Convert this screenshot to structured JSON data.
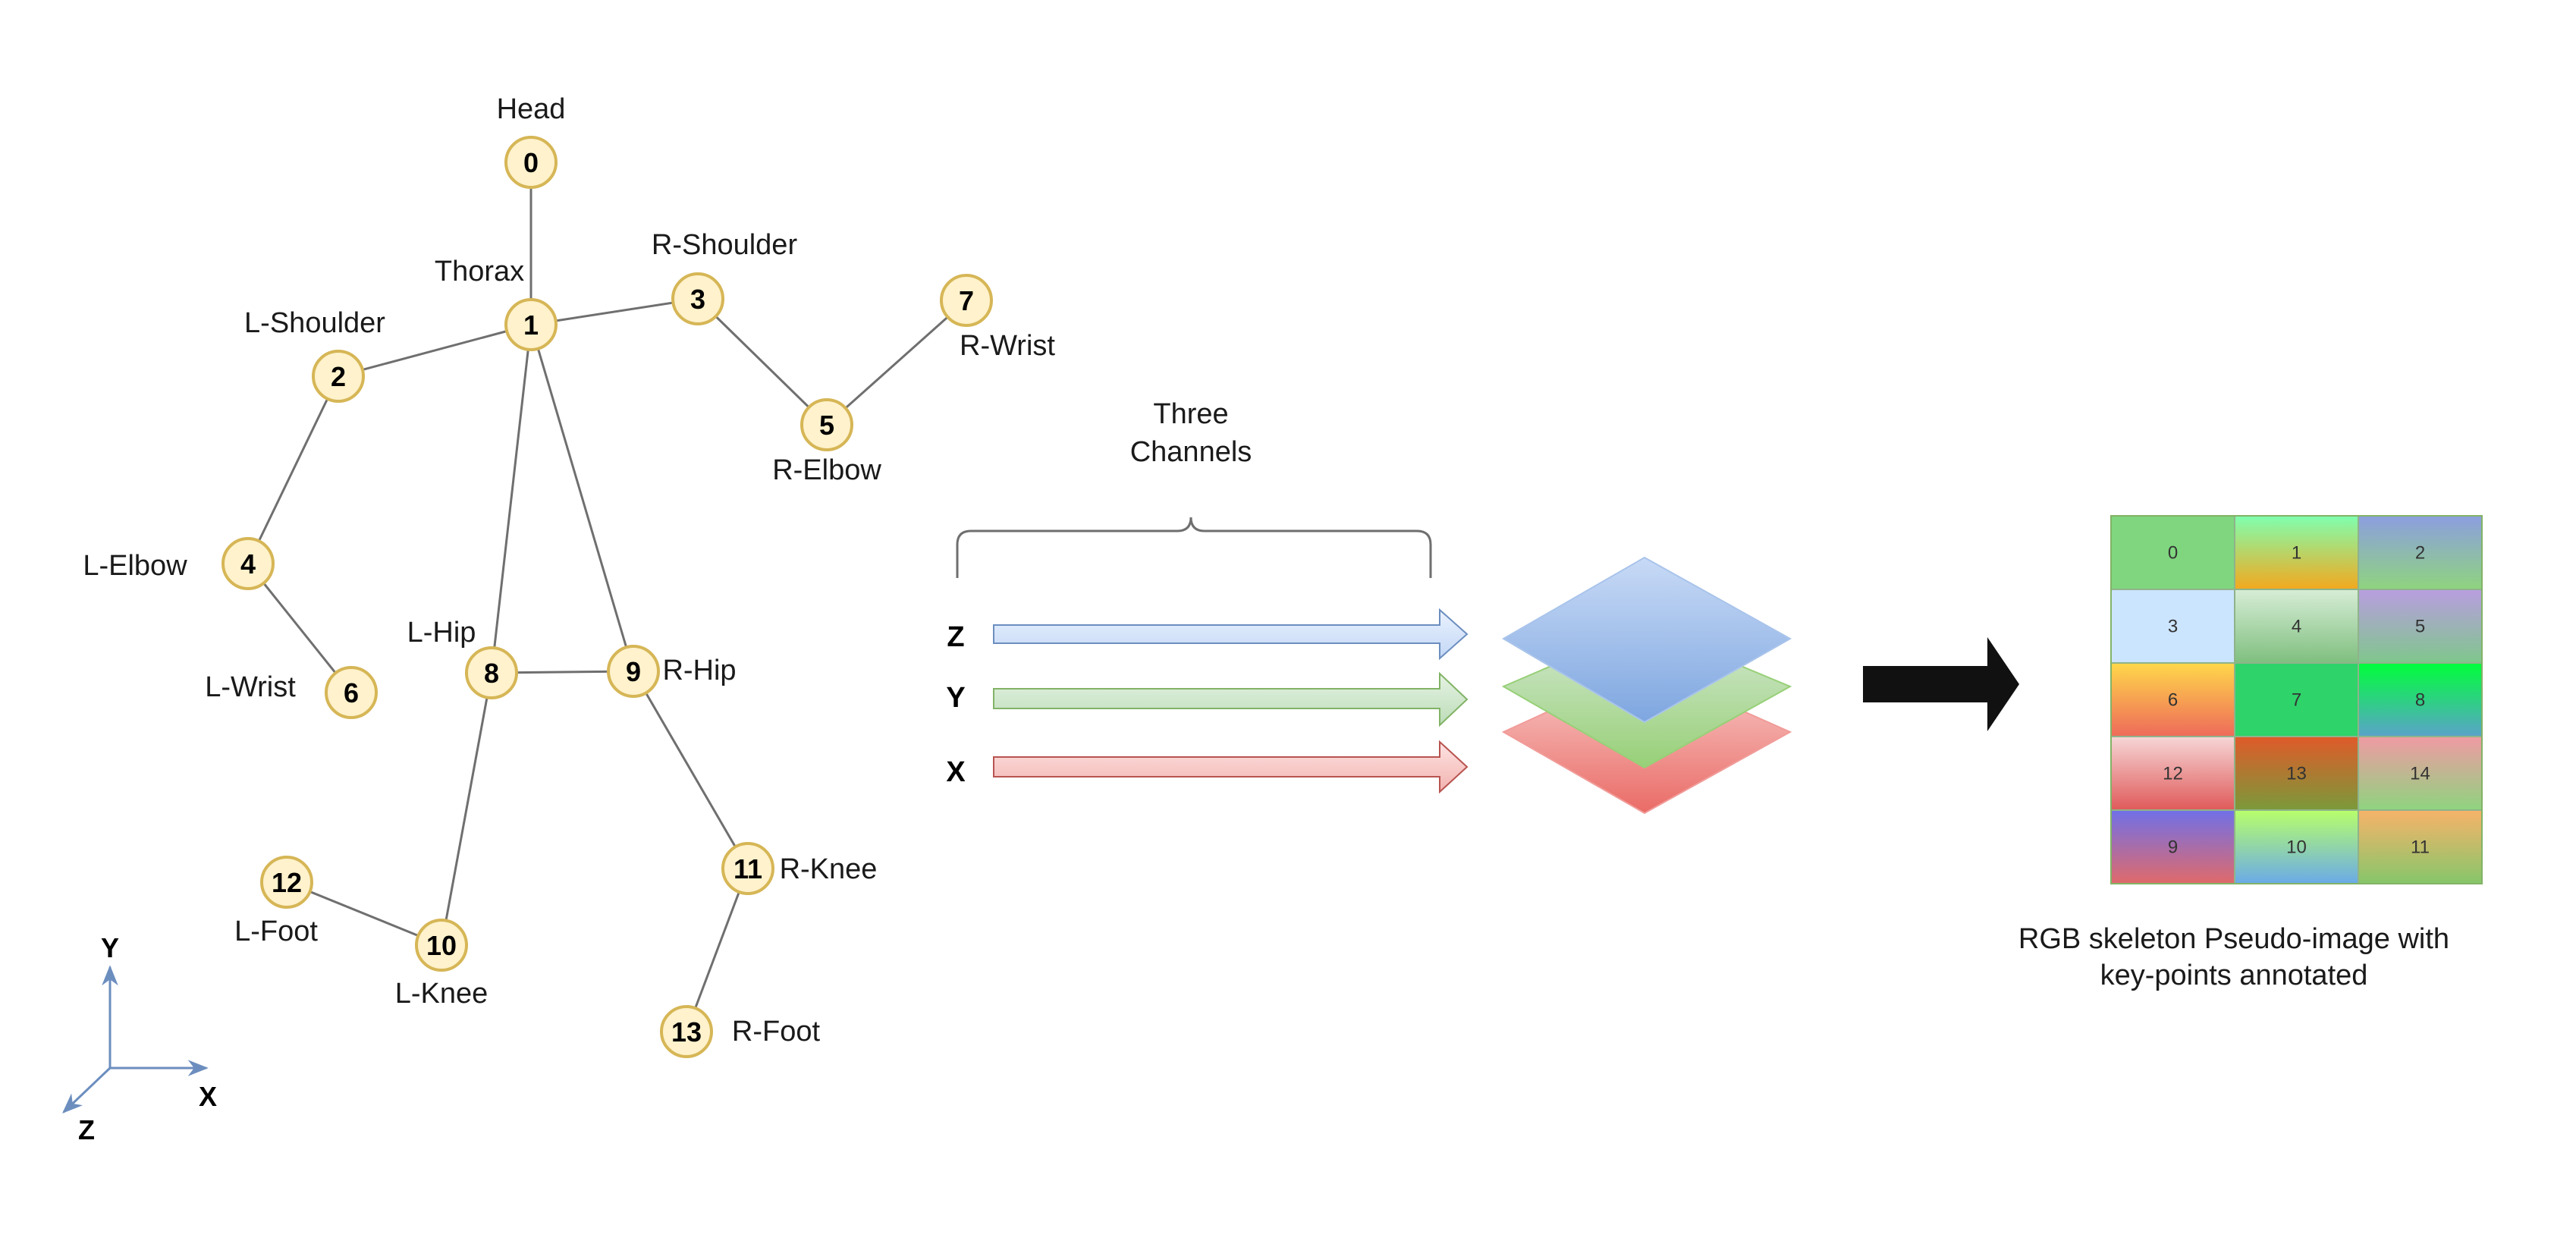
{
  "skeleton": {
    "joints": [
      {
        "id": "0",
        "label": "Head"
      },
      {
        "id": "1",
        "label": "Thorax"
      },
      {
        "id": "2",
        "label": "L-Shoulder"
      },
      {
        "id": "3",
        "label": "R-Shoulder"
      },
      {
        "id": "4",
        "label": "L-Elbow"
      },
      {
        "id": "5",
        "label": "R-Elbow"
      },
      {
        "id": "6",
        "label": "L-Wrist"
      },
      {
        "id": "7",
        "label": "R-Wrist"
      },
      {
        "id": "8",
        "label": "L-Hip"
      },
      {
        "id": "9",
        "label": "R-Hip"
      },
      {
        "id": "10",
        "label": "L-Knee"
      },
      {
        "id": "11",
        "label": "R-Knee"
      },
      {
        "id": "12",
        "label": "L-Foot"
      },
      {
        "id": "13",
        "label": "R-Foot"
      }
    ],
    "bones": [
      [
        "0",
        "1"
      ],
      [
        "1",
        "2"
      ],
      [
        "1",
        "3"
      ],
      [
        "2",
        "4"
      ],
      [
        "4",
        "6"
      ],
      [
        "3",
        "5"
      ],
      [
        "5",
        "7"
      ],
      [
        "1",
        "8"
      ],
      [
        "1",
        "9"
      ],
      [
        "8",
        "9"
      ],
      [
        "8",
        "10"
      ],
      [
        "10",
        "12"
      ],
      [
        "9",
        "11"
      ],
      [
        "11",
        "13"
      ]
    ]
  },
  "axes": {
    "x": "X",
    "y": "Y",
    "z": "Z"
  },
  "channels": {
    "title_line1": "Three",
    "title_line2": "Channels",
    "items": [
      {
        "label": "Z",
        "color": "#dae8fc",
        "stroke": "#6c8ebf"
      },
      {
        "label": "Y",
        "color": "#d5e8d4",
        "stroke": "#82b366"
      },
      {
        "label": "X",
        "color": "#f8cecc",
        "stroke": "#b85450"
      }
    ]
  },
  "pseudo_image": {
    "grid": [
      [
        "0",
        "1",
        "2"
      ],
      [
        "3",
        "4",
        "5"
      ],
      [
        "6",
        "7",
        "8"
      ],
      [
        "12",
        "13",
        "14"
      ],
      [
        "9",
        "10",
        "11"
      ]
    ],
    "cell_gradients": [
      [
        [
          "#7fd67f",
          "#7fd67f"
        ],
        [
          "#7fffb0",
          "#f3a81d"
        ],
        [
          "#8c9ee0",
          "#8fd47f"
        ]
      ],
      [
        [
          "#cce5ff",
          "#cce5ff"
        ],
        [
          "#d7edd6",
          "#7fbf7f"
        ],
        [
          "#b99de0",
          "#7fc78c"
        ]
      ],
      [
        [
          "#ffd84a",
          "#ee6a5a"
        ],
        [
          "#2ed36a",
          "#2ed36a"
        ],
        [
          "#00ff3a",
          "#5aa3c9"
        ]
      ],
      [
        [
          "#f6d6d6",
          "#e05a5a"
        ],
        [
          "#e05a2a",
          "#7a9a3a"
        ],
        [
          "#f09aa3",
          "#8fd47f"
        ]
      ],
      [
        [
          "#7070e8",
          "#e06a6a"
        ],
        [
          "#b8ff6a",
          "#6aaae8"
        ],
        [
          "#f7b36a",
          "#86c66a"
        ]
      ]
    ],
    "caption_line1": "RGB skeleton Pseudo-image with",
    "caption_line2": "key-points annotated"
  },
  "colors": {
    "joint_fill": "#fff2cc",
    "joint_stroke": "#d6b656",
    "bone": "#6f6f6f",
    "axis": "#6c8ebf",
    "arrow": "#111111"
  }
}
